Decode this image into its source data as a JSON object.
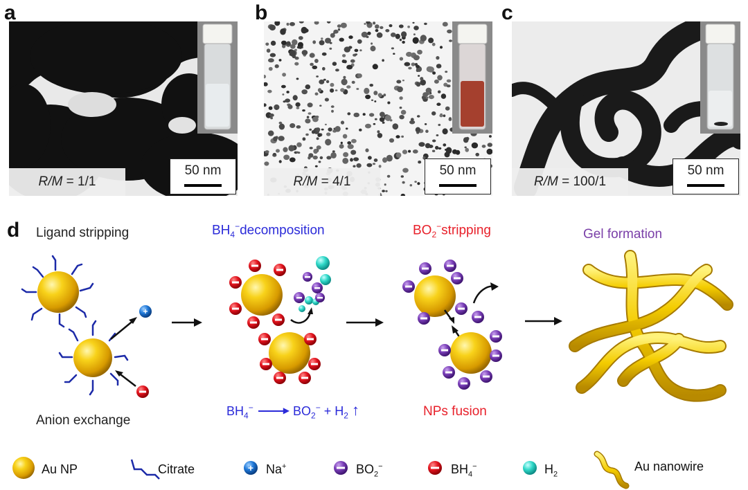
{
  "panels": [
    {
      "label": "a",
      "ratio_value": "1/1",
      "scale": "50 nm"
    },
    {
      "label": "b",
      "ratio_value": "4/1",
      "scale": "50 nm"
    },
    {
      "label": "c",
      "ratio_value": "100/1",
      "scale": "50 nm"
    }
  ],
  "ratio_var": "R/M",
  "schematic": {
    "label": "d",
    "steps": {
      "ligand_stripping": "Ligand stripping",
      "anion_exchange": "Anion exchange",
      "bh4_decomposition": "decomposition",
      "bo2_stripping": "stripping",
      "gel_formation": "Gel formation",
      "nps_fusion": "NPs fusion"
    },
    "equation": {
      "lhs": "BH",
      "mid": "BO",
      "rhs": "+ H"
    }
  },
  "legend": {
    "au_np": "Au NP",
    "citrate": "Citrate",
    "na": "Na",
    "bo2": "BO",
    "bh4": "BH",
    "h2": "H",
    "au_nanowire": "Au nanowire"
  },
  "colors": {
    "blue_text": "#2b2bd9",
    "red_text": "#e8202a",
    "purple_text": "#7a3fa8",
    "gold": "#f2c200",
    "citrate": "#1c2aa8"
  }
}
